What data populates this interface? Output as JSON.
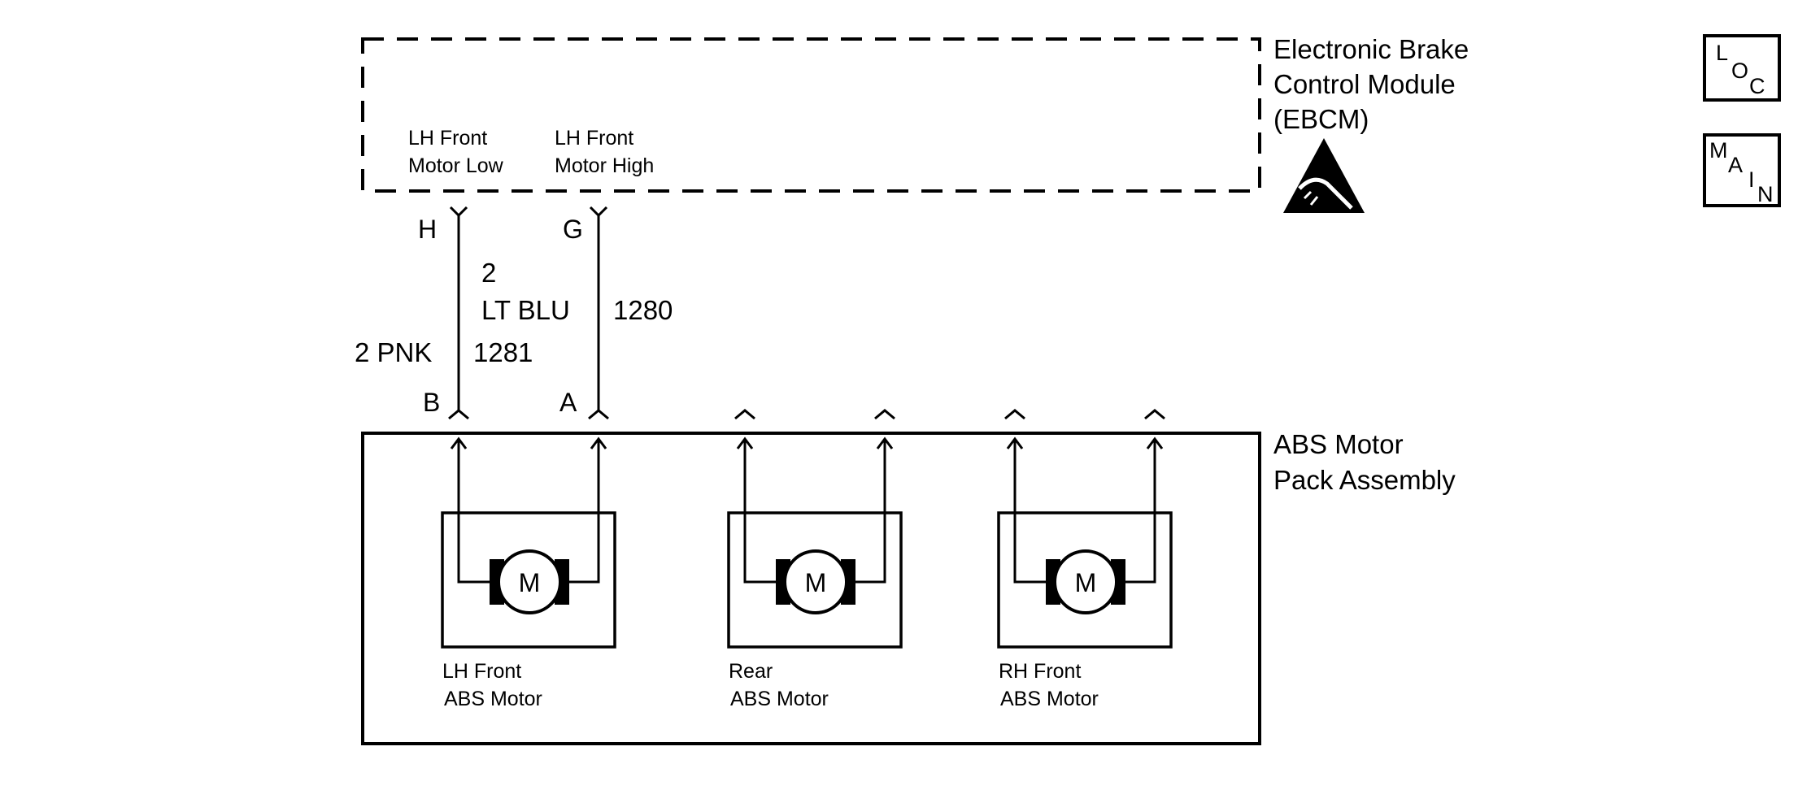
{
  "ebcm": {
    "name_line1": "Electronic Brake",
    "name_line2": "Control Module",
    "name_line3": "(EBCM)",
    "esd_icon": "esd-warning-icon"
  },
  "ebcm_circuits": [
    {
      "line1": "LH Front",
      "line2": "Motor Low"
    },
    {
      "line1": "LH Front",
      "line2": "Motor High"
    }
  ],
  "connector_pins": {
    "ebcm_low": "H",
    "ebcm_high": "G",
    "motor_low": "B",
    "motor_high": "A"
  },
  "wires": [
    {
      "gauge_color": "2 PNK",
      "circuit": "1281"
    },
    {
      "gauge": "2",
      "color": "LT BLU",
      "circuit": "1280"
    }
  ],
  "motor_pack": {
    "name_line1": "ABS Motor",
    "name_line2": "Pack Assembly"
  },
  "motors": [
    {
      "symbol": "M",
      "line1": "LH Front",
      "line2": "ABS Motor"
    },
    {
      "symbol": "M",
      "line1": "Rear",
      "line2": "ABS Motor"
    },
    {
      "symbol": "M",
      "line1": "RH Front",
      "line2": "ABS Motor"
    }
  ],
  "nav_buttons": {
    "loc": {
      "c1": "L",
      "c2": "O",
      "c3": "C"
    },
    "main": {
      "c1": "M",
      "c2": "A",
      "c3": "I",
      "c4": "N"
    }
  }
}
